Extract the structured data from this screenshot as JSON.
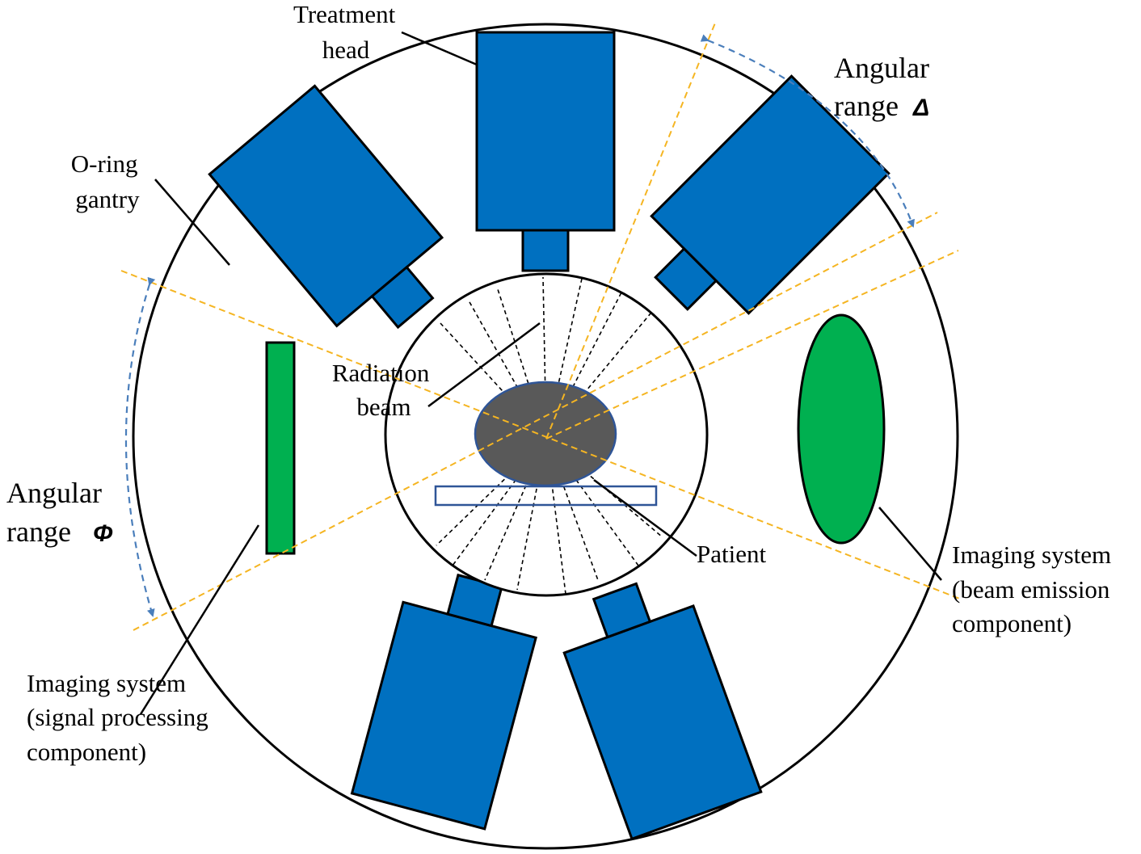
{
  "labels": {
    "treatment_head": [
      "Treatment",
      "head"
    ],
    "gantry": [
      "O-ring",
      "gantry"
    ],
    "radiation_beam": [
      "Radiation",
      "beam"
    ],
    "patient": "Patient",
    "angular_delta": {
      "line1": "Angular",
      "line2": "range",
      "symbol": "Δ"
    },
    "angular_phi": {
      "line1": "Angular",
      "line2": "range",
      "symbol": "Φ"
    },
    "imaging_emission": [
      "Imaging system",
      "(beam emission",
      "component)"
    ],
    "imaging_signal": [
      "Imaging system",
      "(signal processing",
      "component)"
    ]
  },
  "colors": {
    "treatment_head": "#0070c0",
    "imaging_component": "#00b050",
    "patient_body": "#595959",
    "patient_outline": "#2f5597",
    "angular_lines": "#f5b522",
    "angular_arrows": "#4a7ebb",
    "outline": "#000000"
  }
}
